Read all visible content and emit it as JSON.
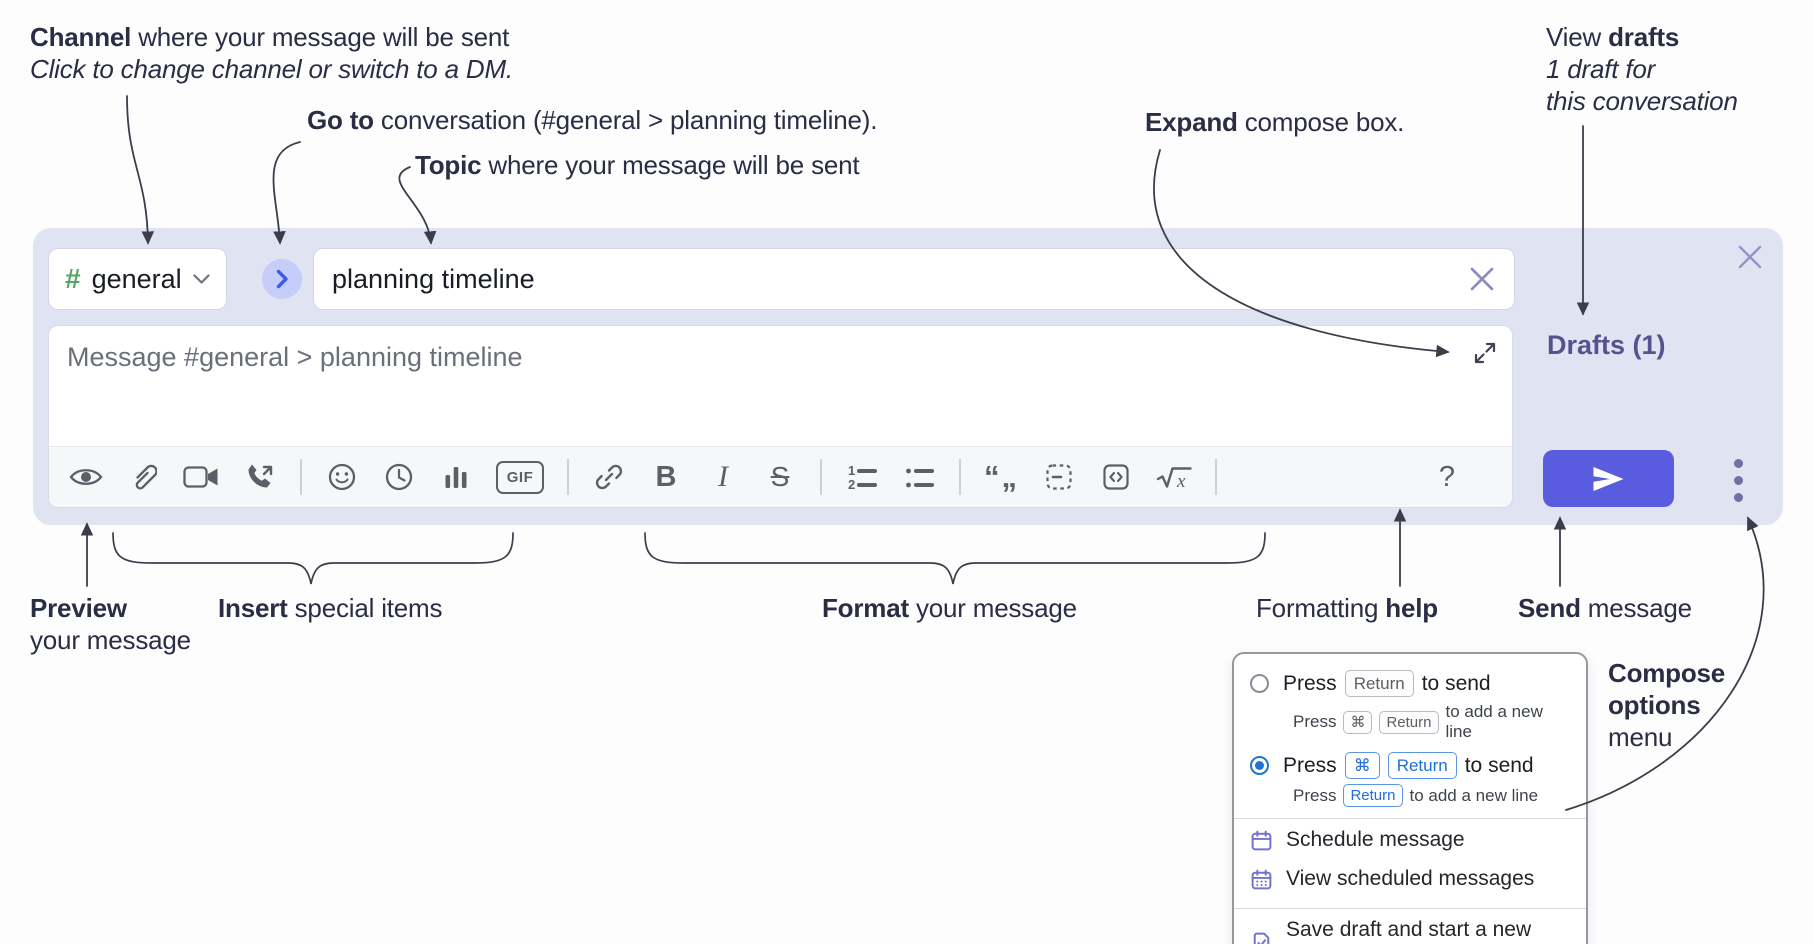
{
  "annotations": {
    "channel": {
      "bold": "Channel",
      "rest": " where your message will be sent",
      "sub": "Click to change channel or switch to a DM."
    },
    "goto": {
      "bold": "Go to",
      "rest": " conversation (#general > planning timeline)."
    },
    "topic": {
      "bold": "Topic",
      "rest": " where your message will be sent"
    },
    "expand": {
      "bold": "Expand",
      "rest": " compose box."
    },
    "drafts": {
      "pre": "View ",
      "bold": "drafts",
      "line2": "1 draft for",
      "line3": "this conversation"
    },
    "preview": {
      "bold": "Preview",
      "line2": "your message"
    },
    "insert": {
      "bold": "Insert",
      "rest": " special items"
    },
    "format": {
      "bold": "Format",
      "rest": " your message"
    },
    "help": {
      "pre": "Formatting ",
      "bold": "help"
    },
    "send": {
      "bold": "Send",
      "rest": " message"
    },
    "compose_menu": {
      "line1": "Compose",
      "line2": "options",
      "line3": "menu"
    }
  },
  "composer": {
    "channel_hash": "#",
    "channel_name": "general",
    "topic_value": "planning timeline",
    "message_placeholder": "Message #general > planning timeline",
    "drafts_label": "Drafts (1)",
    "gif_label": "GIF",
    "bold_label": "B",
    "italic_label": "I",
    "strike_label": "S",
    "quote_glyphs": "“„",
    "formula_x": "x",
    "help_label": "?"
  },
  "toolbar_icons": [
    "preview-eye",
    "attach-paperclip",
    "video-clip",
    "audio-call",
    "emoji",
    "recent-clock",
    "poll-bars",
    "gif",
    "link",
    "bold",
    "italic",
    "strikethrough",
    "ordered-list",
    "bullet-list",
    "blockquote",
    "code-block",
    "code",
    "formula",
    "formatting-help"
  ],
  "popup": {
    "opt1": {
      "press": "Press",
      "key": "Return",
      "after": "to send",
      "sub_press": "Press",
      "sub_key1": "⌘",
      "sub_key2": "Return",
      "sub_after": "to add a new line"
    },
    "opt2": {
      "press": "Press",
      "key1": "⌘",
      "key2": "Return",
      "after": "to send",
      "sub_press": "Press",
      "sub_key": "Return",
      "sub_after": "to add a new line"
    },
    "items": [
      "Schedule message",
      "View scheduled messages",
      "Save draft and start a new message"
    ]
  },
  "colors": {
    "container": "#e0e3f2",
    "send_button": "#5a5ce0",
    "hash_green": "#56a462",
    "goto_blue": "#3d5af0",
    "drafts_link": "#53548f",
    "radio_blue": "#1f72d8",
    "keycap_blue": "#1e6ede",
    "menu_icon_purple": "#7472cf"
  }
}
